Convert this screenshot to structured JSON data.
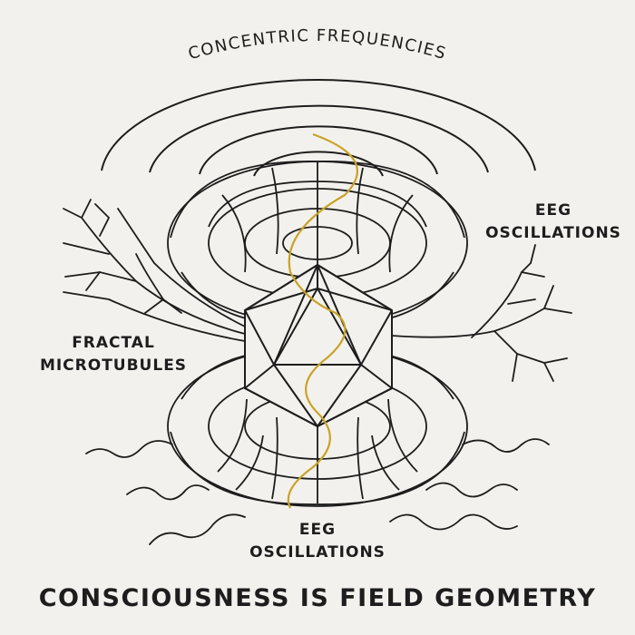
{
  "diagram": {
    "arc_label": "CONCENTRIC FREQUENCIES",
    "right_label_line1": "EEG",
    "right_label_line2": "OSCILLATIONS",
    "left_label_line1": "FRACTAL",
    "left_label_line2": "MICROTUBULES",
    "bottom_label_line1": "EEG",
    "bottom_label_line2": "OSCILLATIONS",
    "title": "CONSCIOUSNESS IS FIELD GEOMETRY"
  },
  "colors": {
    "background": "#f3f1ed",
    "ink": "#1d1d1d",
    "accent_gold": "#c9a227"
  },
  "icons": [
    "concentric-arcs",
    "torus-field",
    "icosahedron",
    "fractal-branches",
    "wave-lines",
    "gold-sine-wave"
  ]
}
